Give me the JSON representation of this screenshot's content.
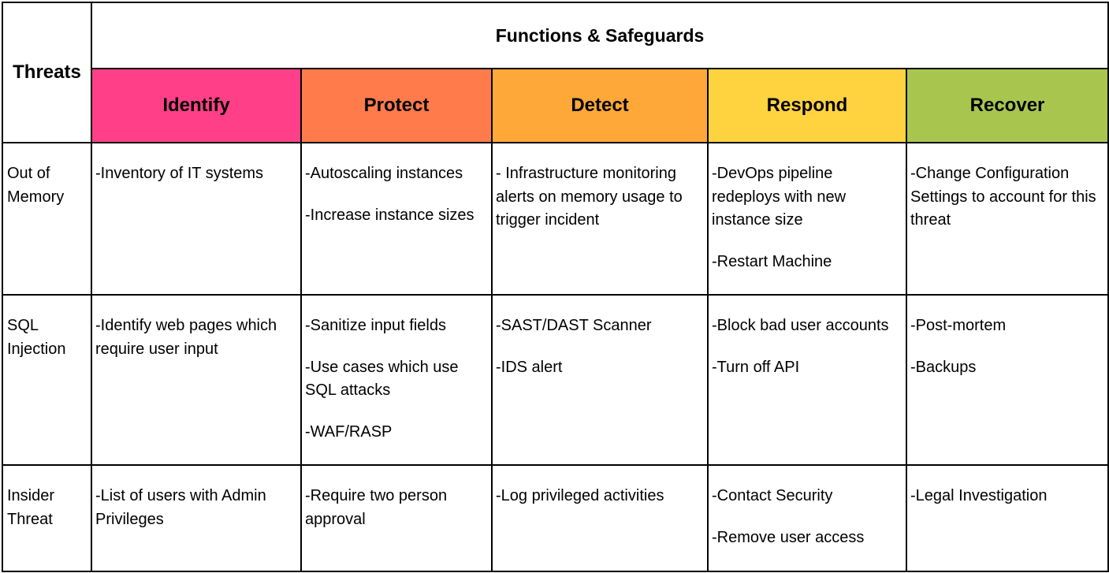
{
  "header": {
    "threats_label": "Threats",
    "group_label": "Functions & Safeguards"
  },
  "functions": [
    {
      "label": "Identify",
      "color": "#ff4088"
    },
    {
      "label": "Protect",
      "color": "#ff7b4c"
    },
    {
      "label": "Detect",
      "color": "#ffa83a"
    },
    {
      "label": "Respond",
      "color": "#ffd23f"
    },
    {
      "label": "Recover",
      "color": "#a8c64e"
    }
  ],
  "rows": [
    {
      "threat": "Out of Memory",
      "cells": [
        [
          "-Inventory of IT systems"
        ],
        [
          "-Autoscaling instances",
          "-Increase instance sizes"
        ],
        [
          "- Infrastructure monitoring alerts on memory usage to trigger incident"
        ],
        [
          "-DevOps pipeline redeploys with new instance size",
          "-Restart Machine"
        ],
        [
          "-Change Configuration Settings to account for this threat"
        ]
      ]
    },
    {
      "threat": "SQL Injection",
      "cells": [
        [
          "-Identify web pages which require user input"
        ],
        [
          "-Sanitize input fields",
          "-Use cases which use SQL attacks",
          "-WAF/RASP"
        ],
        [
          "-SAST/DAST Scanner",
          "-IDS alert"
        ],
        [
          "-Block bad user accounts",
          "-Turn off API"
        ],
        [
          "-Post-mortem",
          "-Backups"
        ]
      ]
    },
    {
      "threat": "Insider Threat",
      "cells": [
        [
          "-List of users with Admin Privileges"
        ],
        [
          "-Require two person approval"
        ],
        [
          "-Log privileged activities"
        ],
        [
          "-Contact Security",
          "-Remove user access"
        ],
        [
          "-Legal Investigation"
        ]
      ]
    }
  ]
}
